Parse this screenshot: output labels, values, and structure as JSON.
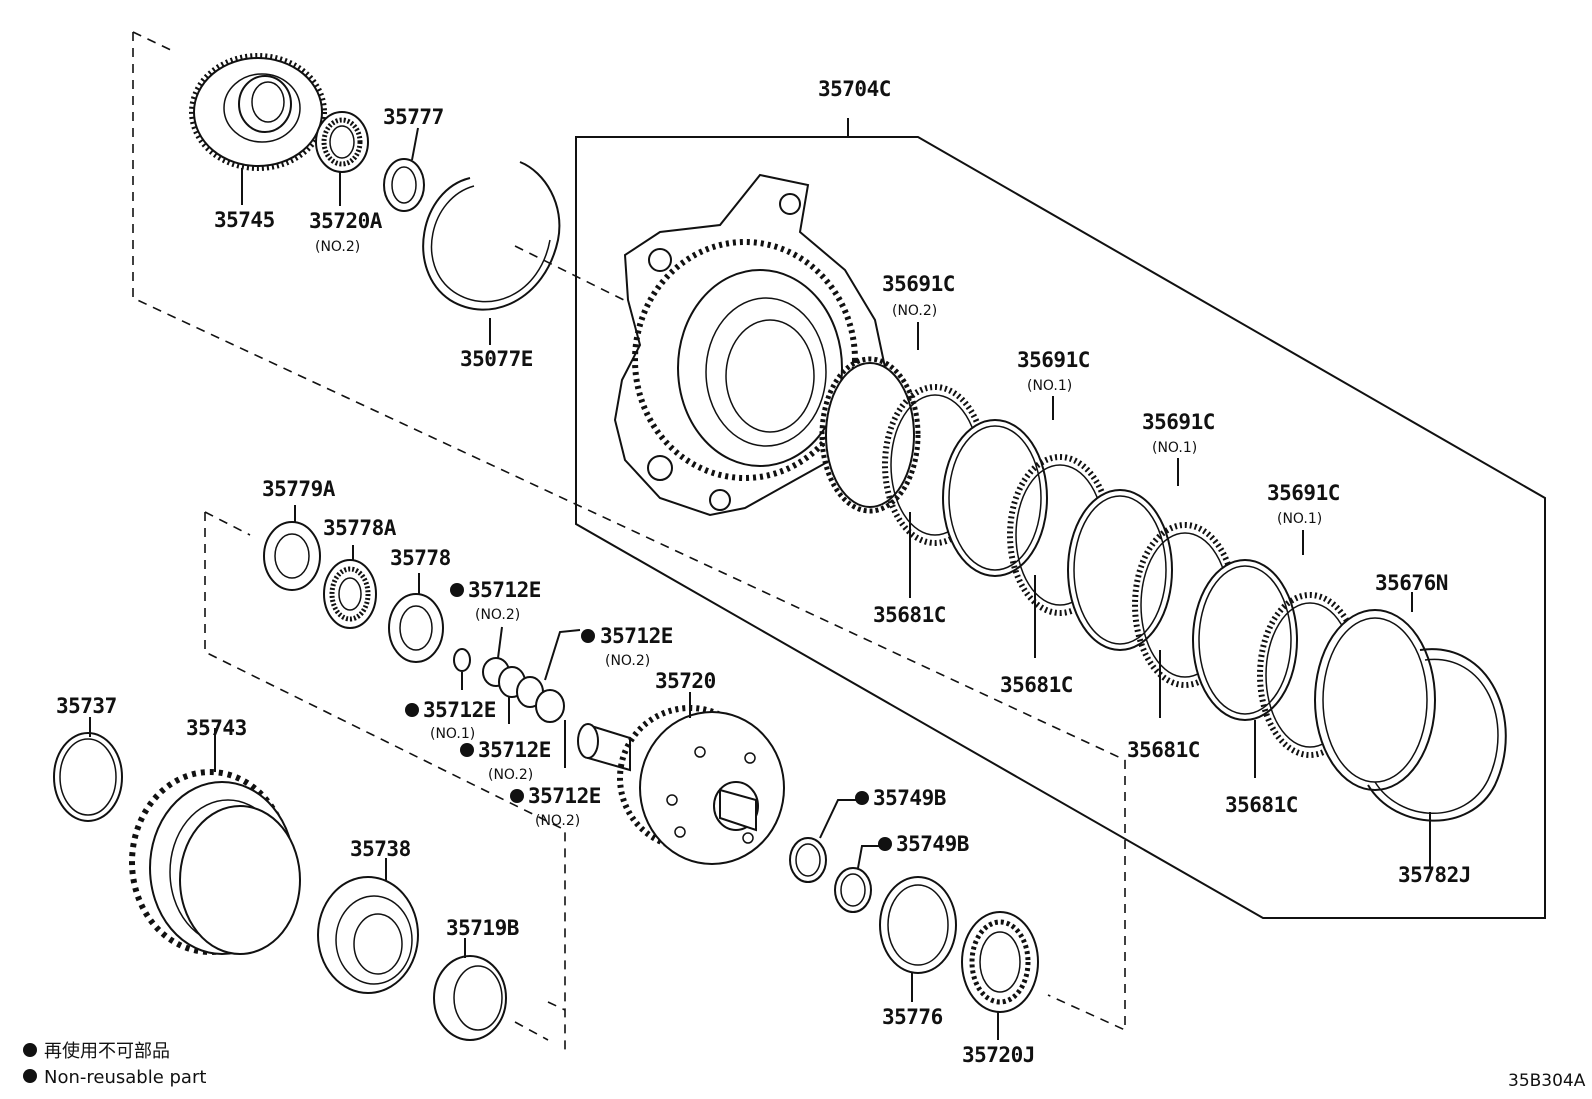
{
  "callouts": [
    {
      "id": "35704C",
      "qualifier": "",
      "non_reusable": false
    },
    {
      "id": "35745",
      "qualifier": "",
      "non_reusable": false
    },
    {
      "id": "35720A",
      "qualifier": "(NO.2)",
      "non_reusable": false
    },
    {
      "id": "35777",
      "qualifier": "",
      "non_reusable": false
    },
    {
      "id": "35077E",
      "qualifier": "",
      "non_reusable": false
    },
    {
      "id": "35691C",
      "qualifier": "(NO.2)",
      "non_reusable": false
    },
    {
      "id": "35691C",
      "qualifier": "(NO.1)",
      "non_reusable": false
    },
    {
      "id": "35691C",
      "qualifier": "(NO.1)",
      "non_reusable": false
    },
    {
      "id": "35691C",
      "qualifier": "(NO.1)",
      "non_reusable": false
    },
    {
      "id": "35779A",
      "qualifier": "",
      "non_reusable": false
    },
    {
      "id": "35778A",
      "qualifier": "",
      "non_reusable": false
    },
    {
      "id": "35778",
      "qualifier": "",
      "non_reusable": false
    },
    {
      "id": "35712E",
      "qualifier": "(NO.2)",
      "non_reusable": true
    },
    {
      "id": "35712E",
      "qualifier": "(NO.2)",
      "non_reusable": true
    },
    {
      "id": "35712E",
      "qualifier": "(NO.1)",
      "non_reusable": true
    },
    {
      "id": "35712E",
      "qualifier": "(NO.2)",
      "non_reusable": true
    },
    {
      "id": "35712E",
      "qualifier": "(NO.2)",
      "non_reusable": true
    },
    {
      "id": "35720",
      "qualifier": "",
      "non_reusable": false
    },
    {
      "id": "35681C",
      "qualifier": "",
      "non_reusable": false
    },
    {
      "id": "35681C",
      "qualifier": "",
      "non_reusable": false
    },
    {
      "id": "35681C",
      "qualifier": "",
      "non_reusable": false
    },
    {
      "id": "35681C",
      "qualifier": "",
      "non_reusable": false
    },
    {
      "id": "35676N",
      "qualifier": "",
      "non_reusable": false
    },
    {
      "id": "35737",
      "qualifier": "",
      "non_reusable": false
    },
    {
      "id": "35743",
      "qualifier": "",
      "non_reusable": false
    },
    {
      "id": "35738",
      "qualifier": "",
      "non_reusable": false
    },
    {
      "id": "35719B",
      "qualifier": "",
      "non_reusable": false
    },
    {
      "id": "35749B",
      "qualifier": "",
      "non_reusable": true
    },
    {
      "id": "35749B",
      "qualifier": "",
      "non_reusable": true
    },
    {
      "id": "35776",
      "qualifier": "",
      "non_reusable": false
    },
    {
      "id": "35720J",
      "qualifier": "",
      "non_reusable": false
    },
    {
      "id": "35782J",
      "qualifier": "",
      "non_reusable": false
    }
  ],
  "legend": {
    "line1": "再使用不可部品",
    "line2": "Non-reusable part"
  },
  "diagram_ref": "35B304A"
}
